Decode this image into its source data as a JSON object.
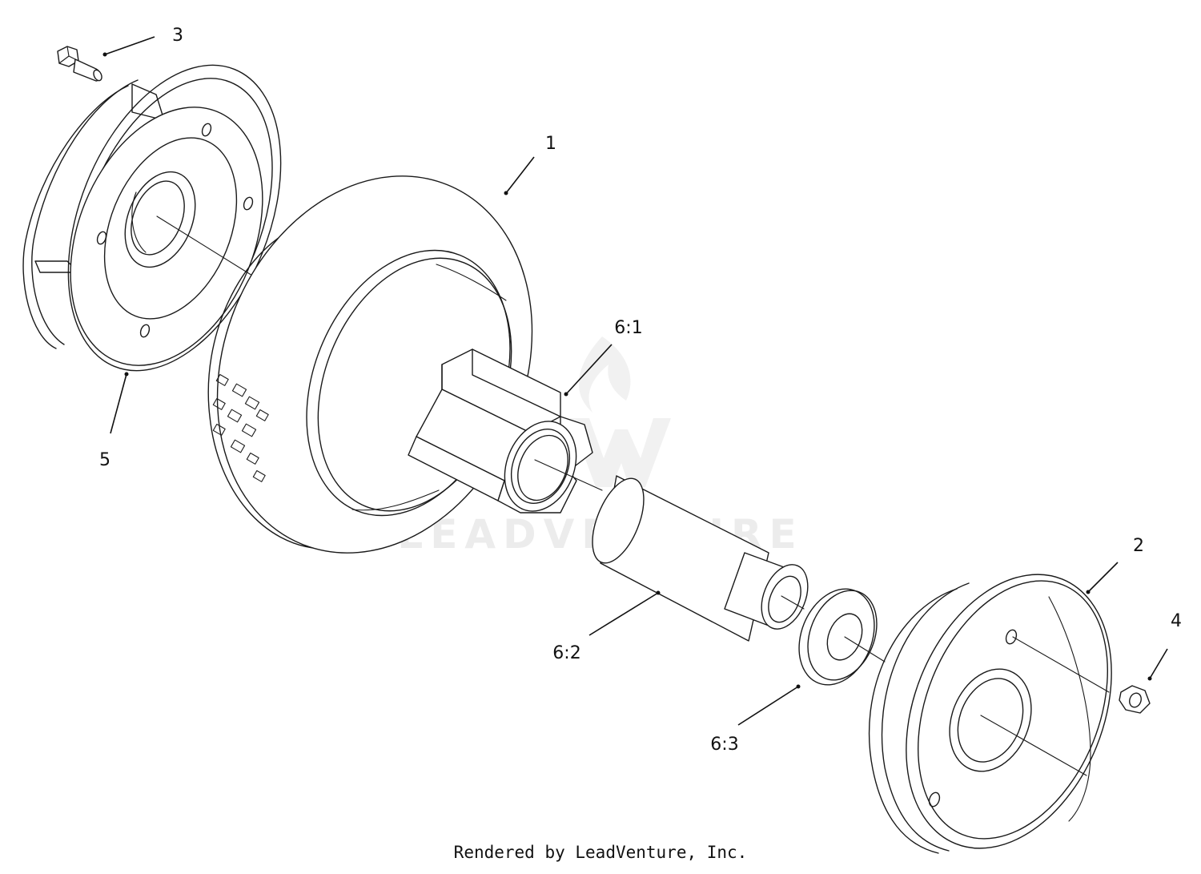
{
  "callouts": [
    {
      "id": "1",
      "label": "1"
    },
    {
      "id": "2",
      "label": "2"
    },
    {
      "id": "3",
      "label": "3"
    },
    {
      "id": "4",
      "label": "4"
    },
    {
      "id": "5",
      "label": "5"
    },
    {
      "id": "6_1",
      "label": "6:1"
    },
    {
      "id": "6_2",
      "label": "6:2"
    },
    {
      "id": "6_3",
      "label": "6:3"
    }
  ],
  "watermark": {
    "text": "LEADVENTURE",
    "logo": "leadventure-flame-w-logo"
  },
  "footer": {
    "text": "Rendered by LeadVenture, Inc."
  },
  "parts_shown": [
    {
      "id": "3",
      "icon": "bolt-icon"
    },
    {
      "id": "5",
      "icon": "wheel-rim-half-icon"
    },
    {
      "id": "1",
      "icon": "tire-icon"
    },
    {
      "id": "6:1",
      "icon": "hub-bearing-icon"
    },
    {
      "id": "6:2",
      "icon": "spacer-tube-icon"
    },
    {
      "id": "6:3",
      "icon": "washer-icon"
    },
    {
      "id": "2",
      "icon": "wheel-rim-half-icon"
    },
    {
      "id": "4",
      "icon": "nut-icon"
    }
  ]
}
